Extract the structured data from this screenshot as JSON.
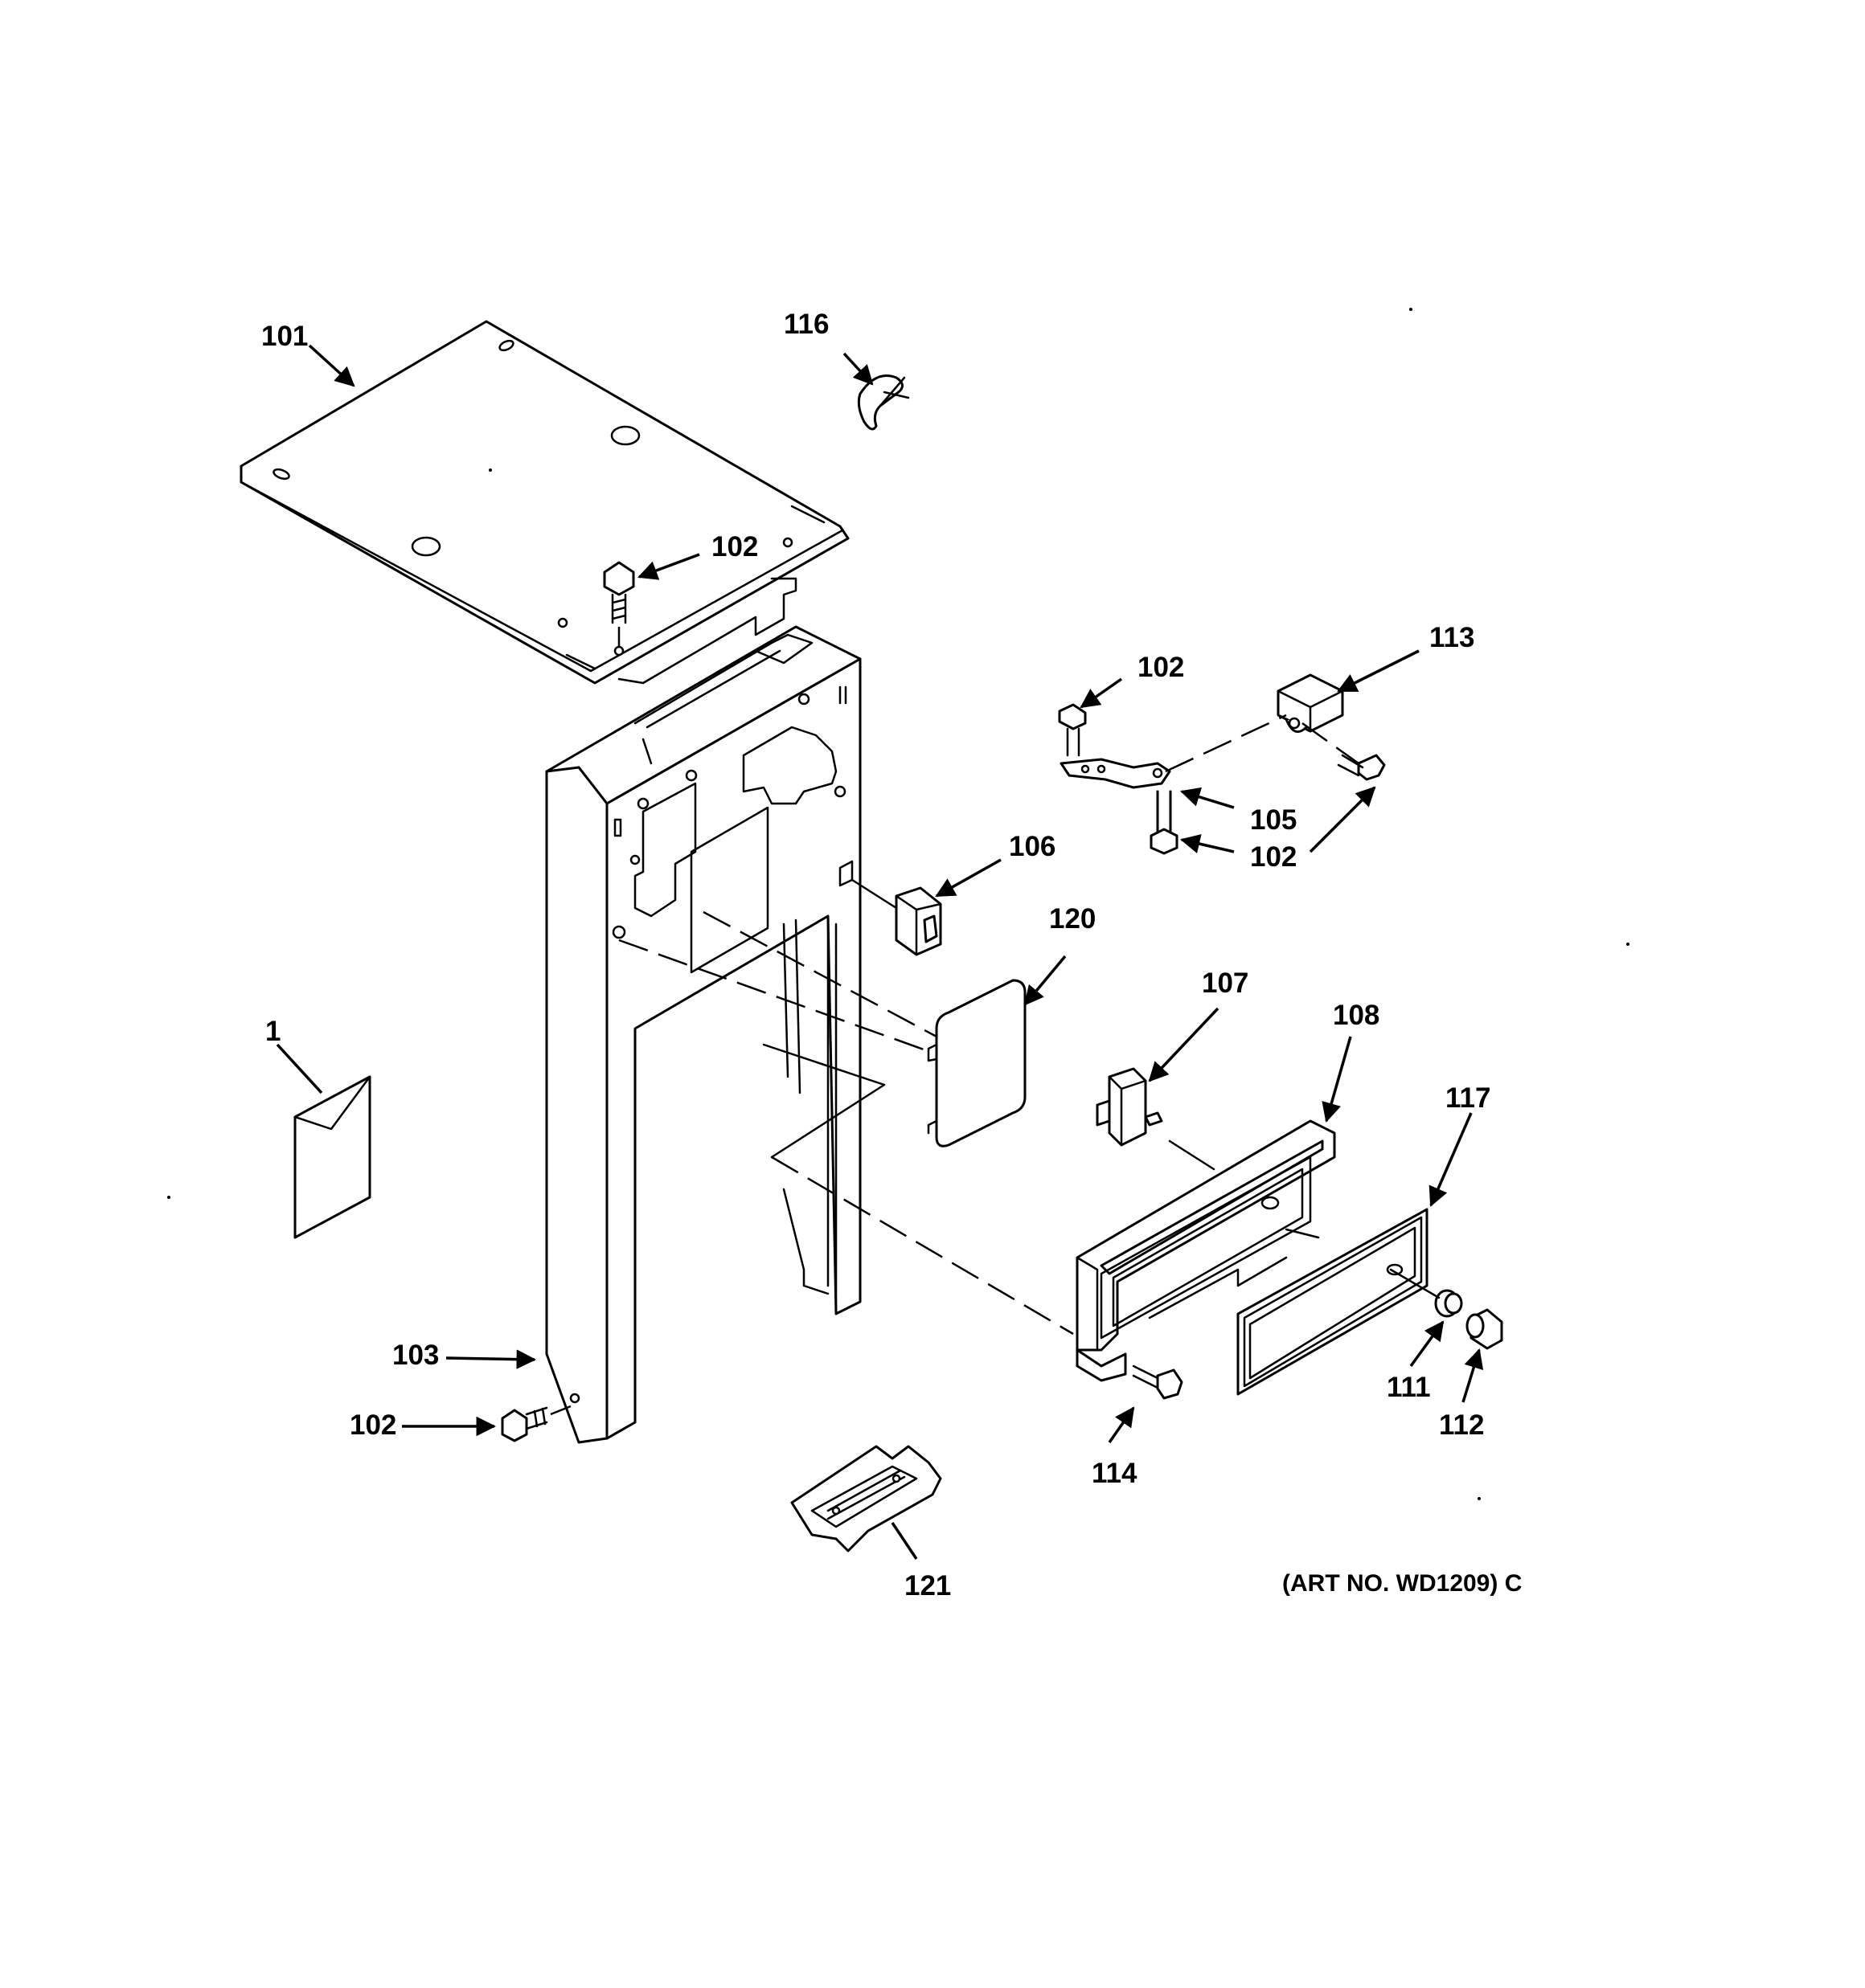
{
  "callouts": {
    "c101": "101",
    "c116": "116",
    "c102_top": "102",
    "c102_bracket": "102",
    "c113": "113",
    "c105": "105",
    "c102_right": "102",
    "c106": "106",
    "c120": "120",
    "c107": "107",
    "c108": "108",
    "c117": "117",
    "c1": "1",
    "c103": "103",
    "c102_bottom": "102",
    "c114": "114",
    "c111": "111",
    "c112": "112",
    "c121": "121"
  },
  "art_number": "(ART NO. WD1209) C"
}
